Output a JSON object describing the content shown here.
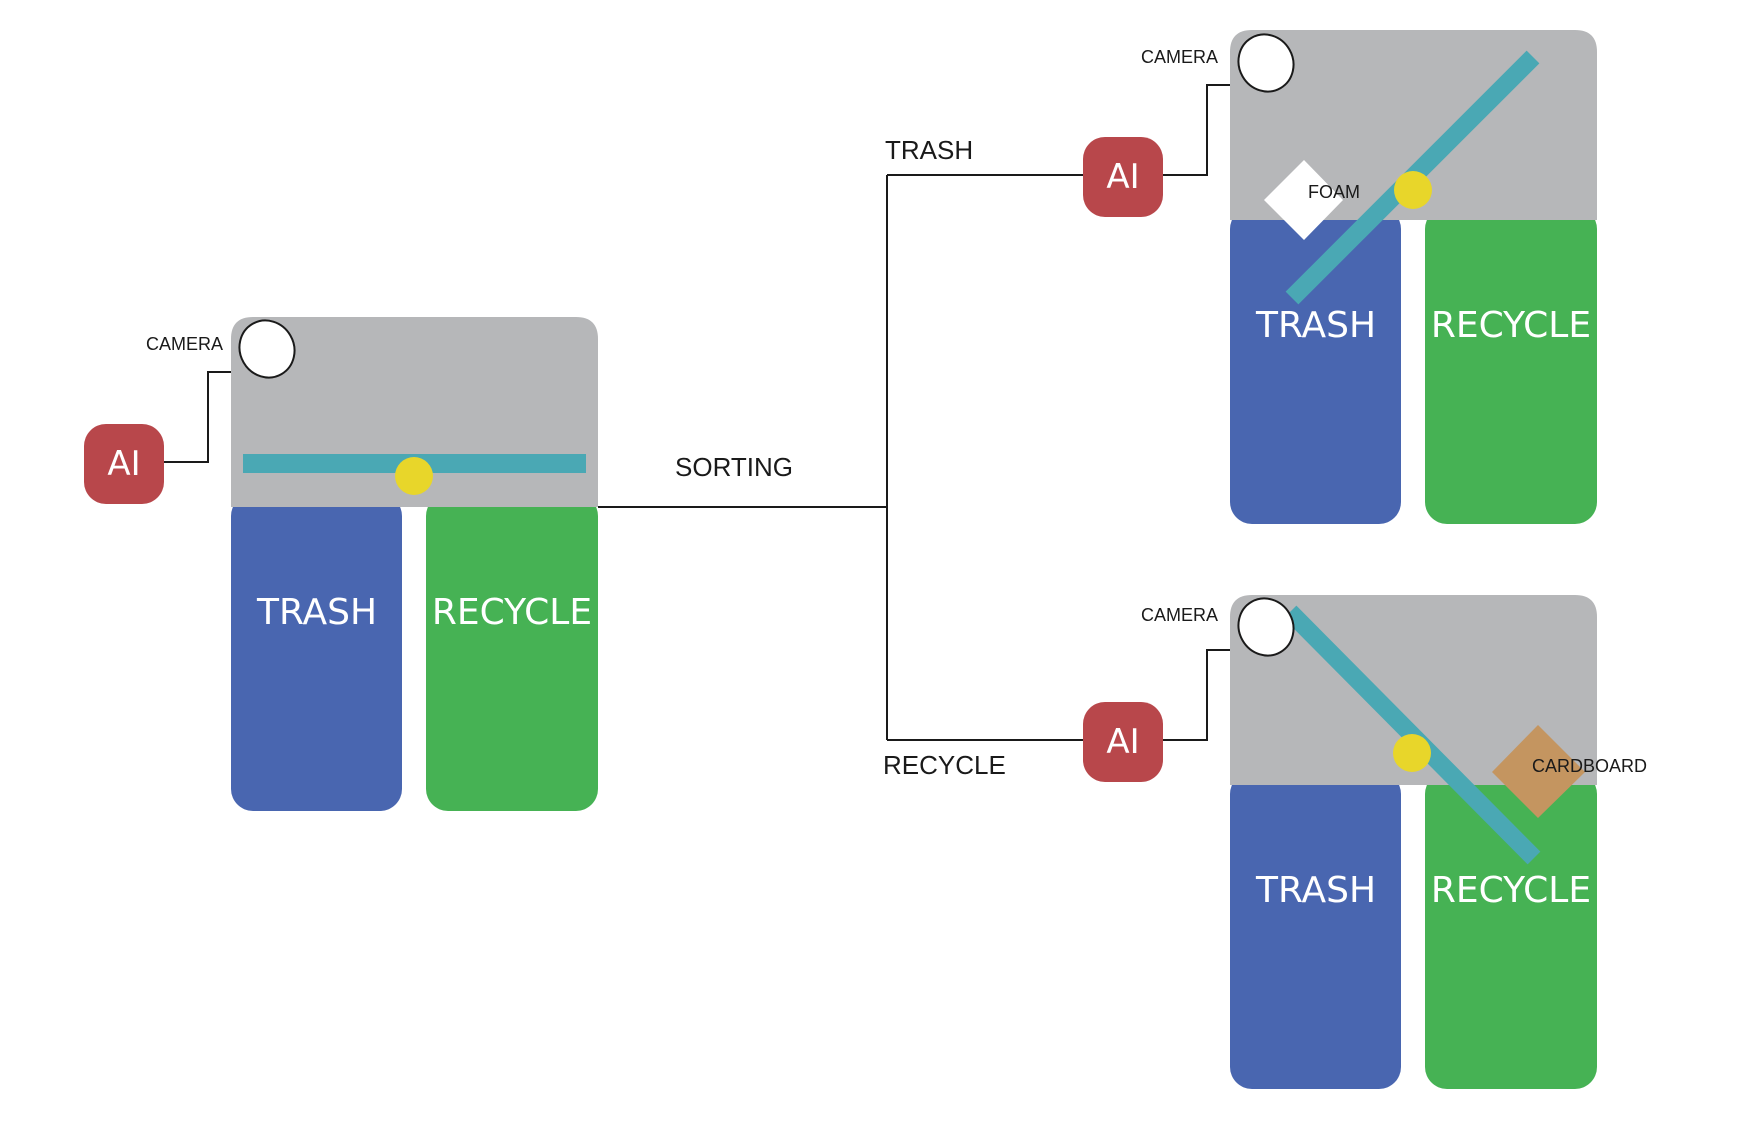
{
  "colors": {
    "housing": "#b6b7b9",
    "trash_bin": "#4966b0",
    "recycle_bin": "#46b254",
    "paddle": "#4aa8b4",
    "pivot": "#e8d62a",
    "ai_box": "#b8474b",
    "cardboard": "#c49560",
    "foam": "#ffffff",
    "line": "#1a1a1a"
  },
  "branches": {
    "sorting": "SORTING",
    "trash": "TRASH",
    "recycle": "RECYCLE"
  },
  "units": {
    "idle": {
      "camera_label": "CAMERA",
      "ai_label": "AI",
      "trash_label": "TRASH",
      "recycle_label": "RECYCLE"
    },
    "trash_state": {
      "camera_label": "CAMERA",
      "ai_label": "AI",
      "trash_label": "TRASH",
      "recycle_label": "RECYCLE",
      "item_label": "FOAM",
      "item_icon": "diamond-icon"
    },
    "recycle_state": {
      "camera_label": "CAMERA",
      "ai_label": "AI",
      "trash_label": "TRASH",
      "recycle_label": "RECYCLE",
      "item_label": "CARDBOARD",
      "item_icon": "diamond-icon"
    }
  }
}
